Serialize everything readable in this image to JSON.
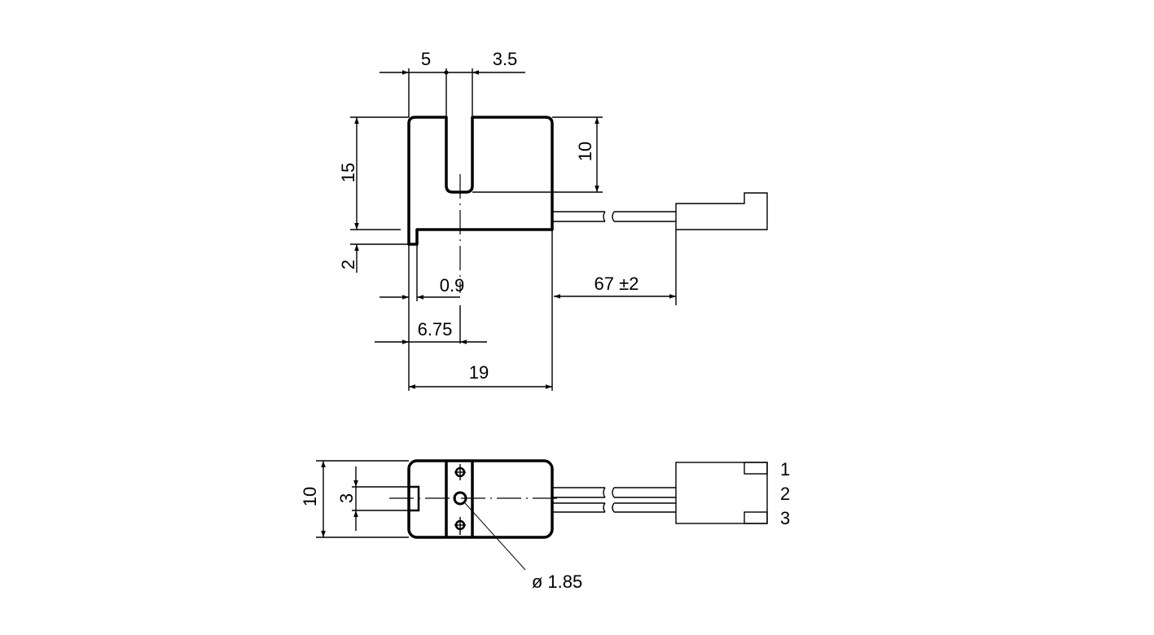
{
  "drawing": {
    "top_view": {
      "dim_left_to_slot_center": "5",
      "dim_slot_width": "3.5",
      "dim_height": "15",
      "dim_slot_depth": "10",
      "dim_step": "2",
      "dim_step_width": "0.9",
      "dim_to_center": "6.75",
      "dim_width": "19",
      "dim_cable_length": "67 ±2"
    },
    "bottom_view": {
      "dim_height": "10",
      "dim_tab": "3",
      "dim_hole": "ø 1.85",
      "pins": [
        "1",
        "2",
        "3"
      ]
    }
  }
}
